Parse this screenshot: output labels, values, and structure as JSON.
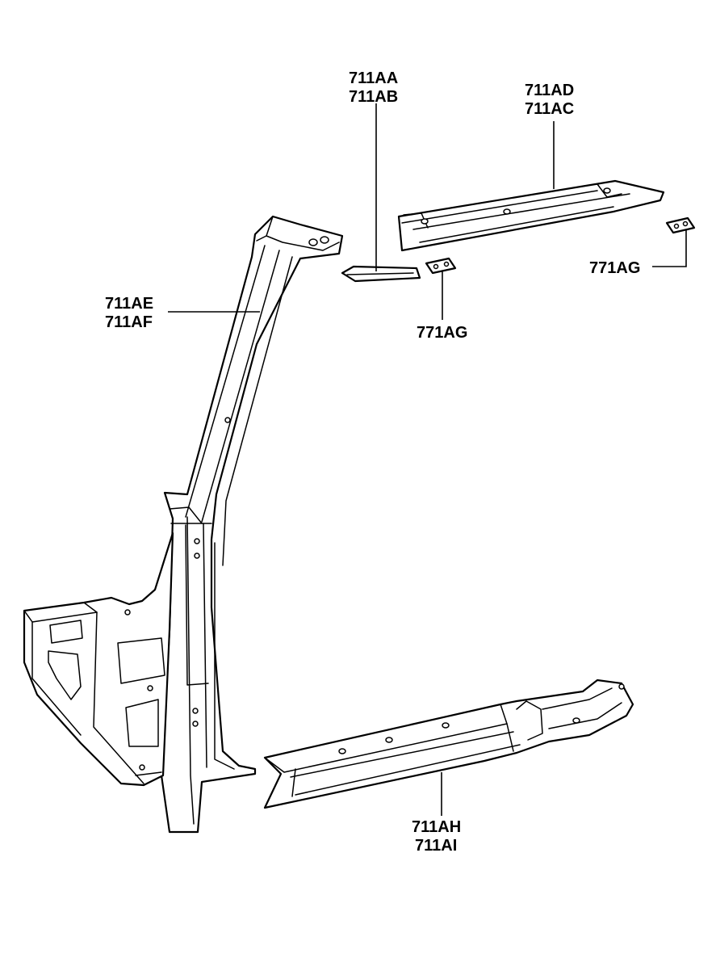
{
  "callouts": {
    "part_711aa": "711AA",
    "part_711ab": "711AB",
    "part_711ad": "711AD",
    "part_711ac": "711AC",
    "part_711ae": "711AE",
    "part_711af": "711AF",
    "part_771ag_right": "771AG",
    "part_771ag_center": "771AG",
    "part_711ah": "711AH",
    "part_711ai": "711AI"
  }
}
